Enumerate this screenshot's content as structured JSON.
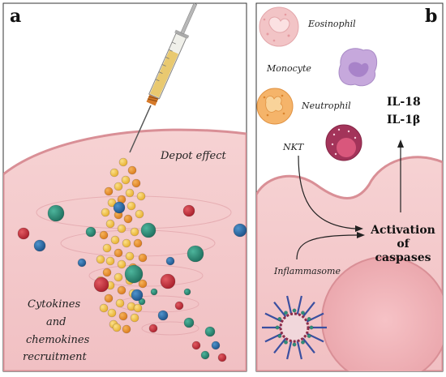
{
  "panel_a": {
    "letter": "a",
    "depot_label": "Depot effect",
    "recruit_line1": "Cytokines",
    "recruit_line2": "and",
    "recruit_line3": "chemokines",
    "recruit_line4": "recruitment"
  },
  "panel_b": {
    "letter": "b",
    "cells": {
      "eosinophil": "Eosinophil",
      "monocyte": "Monocyte",
      "neutrophil": "Neutrophil",
      "nkt": "NKT"
    },
    "cytokine1": "IL-18",
    "cytokine2": "IL-1β",
    "activation_line1": "Activation",
    "activation_line2": "of",
    "activation_line3": "caspases",
    "inflammasome": "Inflammasome"
  },
  "colors": {
    "tissue": "#f2c6c8",
    "tissue_edge": "#d98f96",
    "depot_yellow": "#f3c74a",
    "depot_orange": "#e8902a",
    "dot_green": "#2f8f7a",
    "dot_red": "#c8323e",
    "dot_blue": "#2d6fa8"
  }
}
